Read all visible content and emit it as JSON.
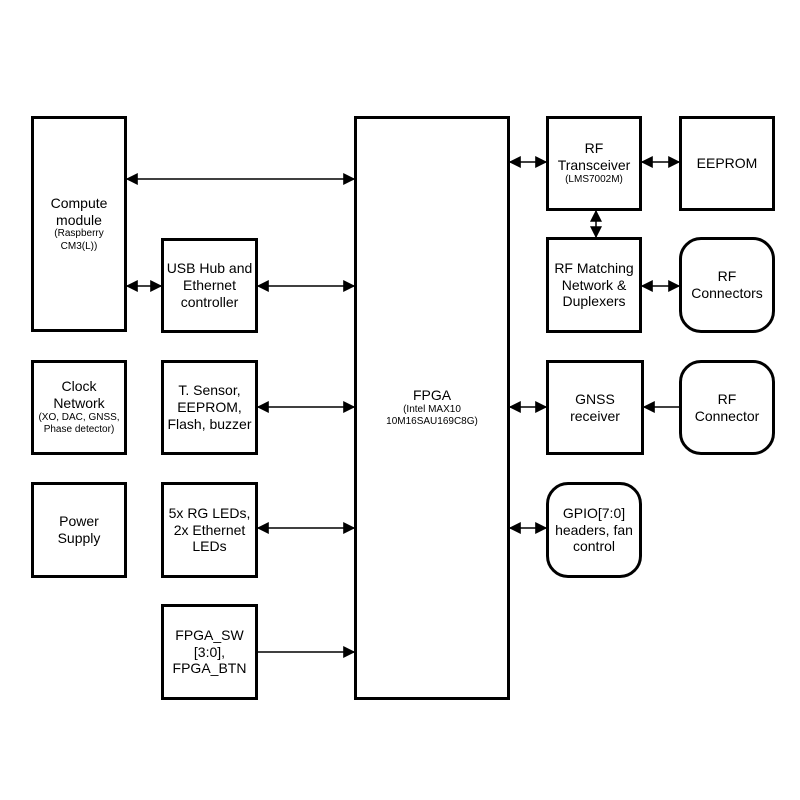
{
  "blocks": {
    "compute": {
      "title": "Compute module",
      "sub": "(Raspberry CM3(L))"
    },
    "clock": {
      "title": "Clock Network",
      "sub": "(XO, DAC, GNSS, Phase detector)"
    },
    "power": {
      "title": "Power Supply"
    },
    "usb": {
      "title": "USB Hub and Ethernet controller"
    },
    "sensor": {
      "title": "T. Sensor, EEPROM, Flash, buzzer"
    },
    "leds": {
      "title": "5x RG LEDs, 2x Ethernet LEDs"
    },
    "fpga_sw": {
      "title": "FPGA_SW [3:0], FPGA_BTN"
    },
    "fpga": {
      "title": "FPGA",
      "sub": "(Intel MAX10 10M16SAU169C8G)"
    },
    "rf_transceiver": {
      "title": "RF Transceiver",
      "sub": "(LMS7002M)"
    },
    "eeprom": {
      "title": "EEPROM"
    },
    "rf_matching": {
      "title": "RF Matching Network & Duplexers"
    },
    "rf_connectors": {
      "title": "RF Connectors"
    },
    "gnss": {
      "title": "GNSS receiver"
    },
    "rf_connector": {
      "title": "RF Connector"
    },
    "gpio": {
      "title": "GPIO[7:0] headers, fan control"
    }
  }
}
